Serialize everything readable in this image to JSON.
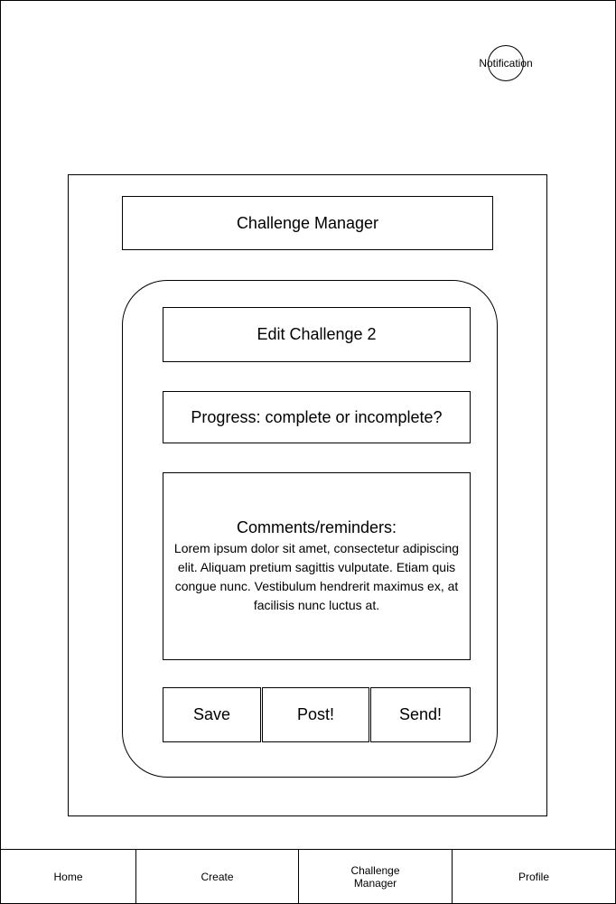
{
  "header": {
    "notification_label": "Notification"
  },
  "main": {
    "title": "Challenge Manager",
    "card": {
      "edit_title": "Edit Challenge 2",
      "progress_text": "Progress: complete or incomplete?",
      "comments_heading": "Comments/reminders:",
      "comments_body": "Lorem ipsum dolor sit amet, consectetur adipiscing elit. Aliquam pretium sagittis vulputate. Etiam quis congue nunc. Vestibulum hendrerit maximus ex, at facilisis nunc luctus at.",
      "buttons": {
        "save": "Save",
        "post": "Post!",
        "send": "Send!"
      }
    }
  },
  "nav": {
    "items": [
      {
        "label": "Home"
      },
      {
        "label": "Create"
      },
      {
        "label": "Challenge Manager"
      },
      {
        "label": "Profile"
      }
    ]
  }
}
